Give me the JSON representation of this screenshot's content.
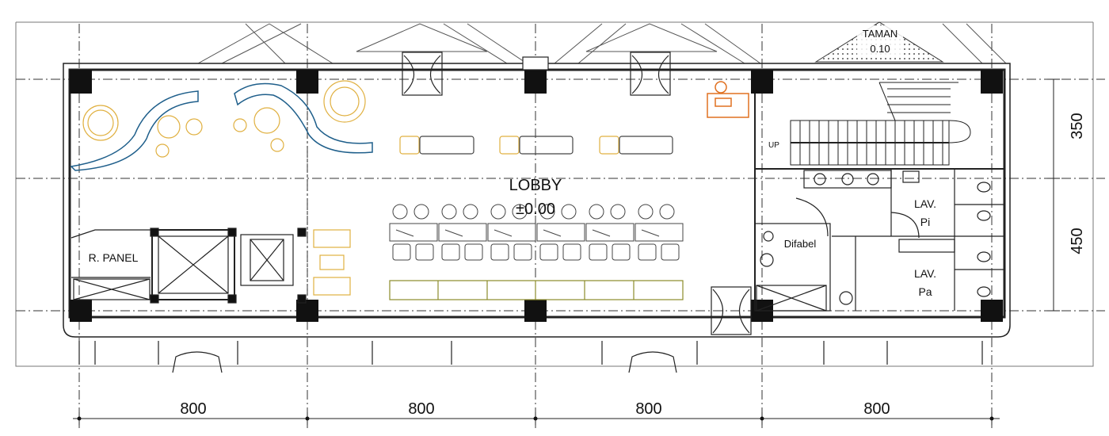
{
  "labels": {
    "lobby": "LOBBY",
    "lobby_level": "±0.00",
    "panel_room": "R. PANEL",
    "taman": "TAMAN",
    "taman_level": "0.10",
    "up": "UP",
    "lav_pi_1": "LAV.",
    "lav_pi_2": "Pi",
    "lav_pa_1": "LAV.",
    "lav_pa_2": "Pa",
    "difabel": "Difabel"
  },
  "dimensions": {
    "bays": [
      "800",
      "800",
      "800",
      "800"
    ],
    "rows": [
      "350",
      "450"
    ]
  },
  "colors": {
    "line": "#222222",
    "lounge": "#1f5f8b",
    "table": "#e0b040",
    "desk": "#8b8b2a",
    "reception": "#e07020"
  }
}
